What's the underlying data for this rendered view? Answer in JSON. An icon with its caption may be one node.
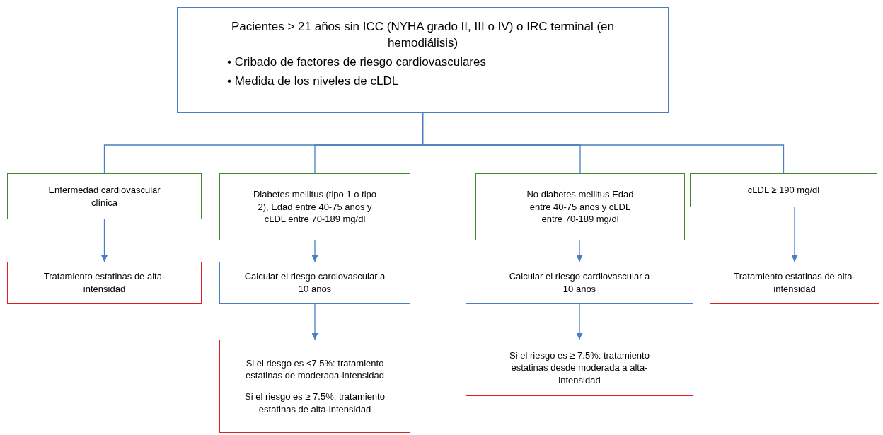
{
  "diagram": {
    "nodes": [
      {
        "text": [
          "Pacientes > 21 años sin ICC (NYHA grado II, III o IV) o IRC terminal (en hemodiálisis)",
          "• Cribado de factores de riesgo cardiovasculares",
          "• Medida de los niveles de cLDL"
        ]
      },
      {
        "text": [
          "Enfermedad cardiovascular clínica"
        ]
      },
      {
        "text": [
          "Diabetes mellitus (tipo 1 o tipo 2), Edad entre 40-75 años y cLDL entre 70-189 mg/dl"
        ]
      },
      {
        "text": [
          "No diabetes mellitus Edad entre 40-75 años y cLDL entre 70-189 mg/dl"
        ]
      },
      {
        "text": [
          "cLDL ≥ 190 mg/dl"
        ]
      },
      {
        "text": [
          "Tratamiento estatinas de alta-intensidad"
        ]
      },
      {
        "text": [
          "Calcular el riesgo cardiovascular a 10 años"
        ]
      },
      {
        "text": [
          "Calcular el riesgo cardiovascular a 10 años"
        ]
      },
      {
        "text": [
          "Tratamiento estatinas de alta-intensidad"
        ]
      },
      {
        "text": [
          "Si el riesgo es <7.5%: tratamiento estatinas de moderada-intensidad",
          "Si el riesgo es ≥ 7.5%: tratamiento estatinas de alta-intensidad"
        ]
      },
      {
        "text": [
          "Si el riesgo es ≥ 7.5%: tratamiento estatinas desde moderada a alta-intensidad"
        ]
      }
    ],
    "edges": [
      {
        "from": 0,
        "to": 1,
        "arrow": "none"
      },
      {
        "from": 0,
        "to": 2,
        "arrow": "none"
      },
      {
        "from": 0,
        "to": 3,
        "arrow": "none"
      },
      {
        "from": 0,
        "to": 4,
        "arrow": "none"
      },
      {
        "from": 1,
        "to": 5,
        "arrow": "to"
      },
      {
        "from": 2,
        "to": 6,
        "arrow": "to"
      },
      {
        "from": 3,
        "to": 7,
        "arrow": "to"
      },
      {
        "from": 4,
        "to": 8,
        "arrow": "to"
      },
      {
        "from": 6,
        "to": 9,
        "arrow": "to"
      },
      {
        "from": 7,
        "to": 10,
        "arrow": "to"
      }
    ]
  }
}
